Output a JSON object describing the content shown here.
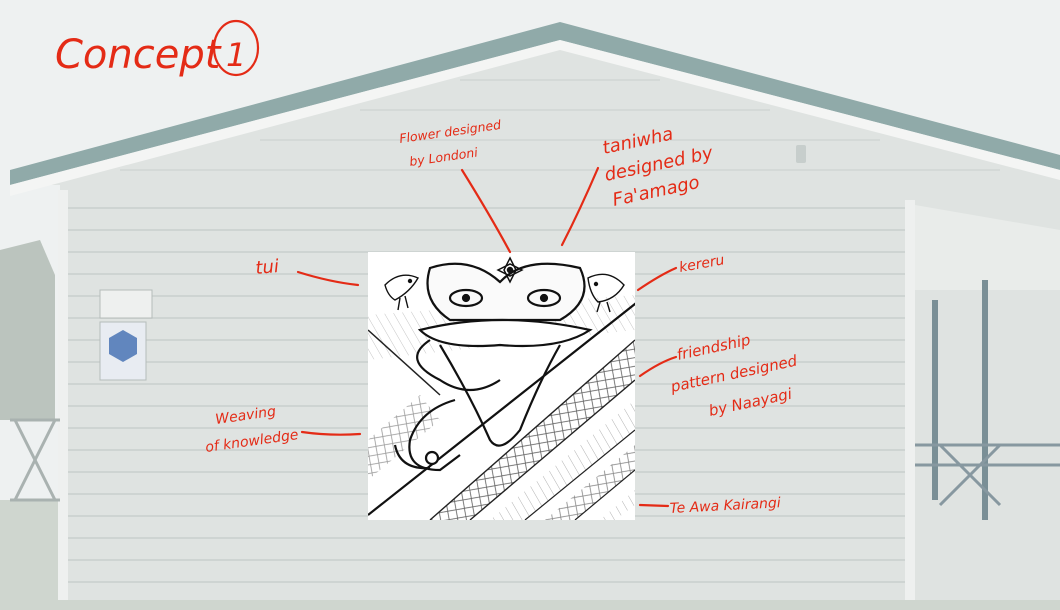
{
  "title": {
    "word": "Concept",
    "number": "1"
  },
  "annotations": {
    "flower": [
      "Flower designed",
      "by Londoni"
    ],
    "taniwha": [
      "taniwha",
      "designed by",
      "Fa'amago"
    ],
    "tui": "tui",
    "kereru": "kereru",
    "friendship": [
      "friendship",
      "pattern designed",
      "by Naayagi"
    ],
    "weaving": [
      "Weaving",
      "of knowledge"
    ],
    "river": "Te Awa Kairangi"
  },
  "colors": {
    "annotation": "#e42b16",
    "building_wall": "#dfe3e1",
    "roof_trim": "#7f9e9c",
    "sky": "#eef1f1"
  },
  "icons": [
    "bird-icon-left",
    "bird-icon-right",
    "flower-icon",
    "taniwha-face-icon"
  ]
}
